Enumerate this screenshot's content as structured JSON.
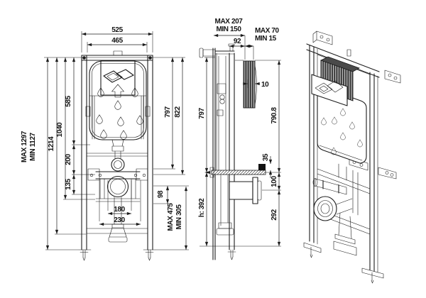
{
  "document": {
    "kind": "technical installation drawing",
    "subject": "concealed WC cistern mounting frame",
    "views": [
      "front elevation",
      "side section",
      "isometric"
    ]
  },
  "front": {
    "top": {
      "outer_width": "525",
      "inner_width": "465"
    },
    "left": {
      "max_height": "MAX 1297",
      "min_height": "MIN 1127",
      "d1214": "1214",
      "d1040": "1040",
      "d585": "585",
      "d200": "200",
      "d135": "135"
    },
    "right": {
      "d797": "797",
      "d822": "822",
      "d98": "98",
      "outlet_max": "MAX 475",
      "outlet_min": "MIN 305"
    },
    "bottom": {
      "d180": "180",
      "d230": "230"
    }
  },
  "side": {
    "top": {
      "depth_max": "MAX 207",
      "depth_min": "MIN 150",
      "d92": "92",
      "wall_max": "MAX 70",
      "wall_min": "MIN 15",
      "d10": "10"
    },
    "left": {
      "d797": "797",
      "h392": "h: 392"
    },
    "right": {
      "d790": "790.8",
      "d35": "35",
      "d100": "100",
      "d292": "292"
    }
  },
  "colors": {
    "line": "#1c1c1c",
    "background": "#ffffff",
    "corrugation_dark": "#3a3a3a",
    "solid_block": "#111111"
  }
}
